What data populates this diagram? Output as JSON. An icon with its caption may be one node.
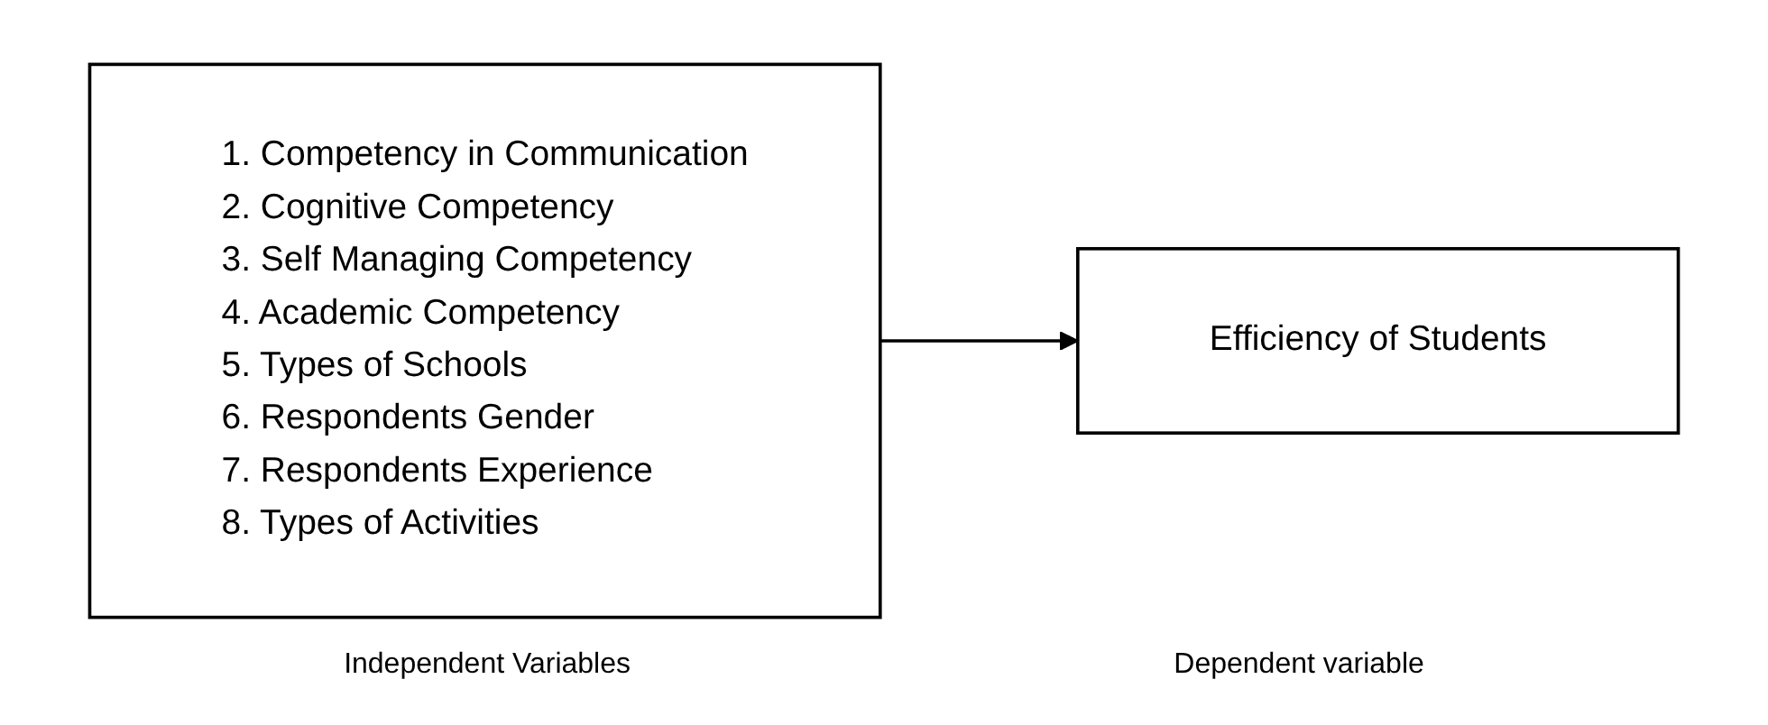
{
  "diagram": {
    "nodes": [
      {
        "text": [
          "1. Competency in Communication",
          "2. Cognitive Competency",
          "3. Self Managing Competency",
          "4. Academic Competency",
          "5. Types of Schools",
          "6. Respondents Gender",
          "7. Respondents Experience",
          "8. Types of Activities"
        ]
      },
      {
        "text": [
          "Efficiency of Students"
        ]
      }
    ],
    "edges": [
      {
        "from": 0,
        "to": 1,
        "arrow": "to"
      }
    ],
    "labels": [
      "Independent Variables",
      "Dependent variable"
    ]
  }
}
